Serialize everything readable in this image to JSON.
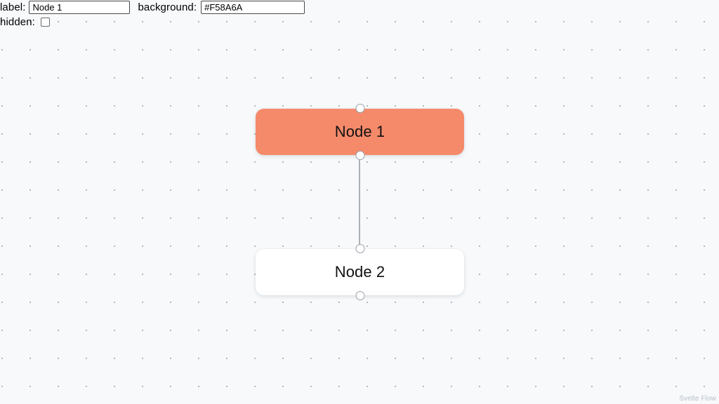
{
  "app": {
    "attribution": "Svelte Flow"
  },
  "controls": {
    "label_field": {
      "label": "label:",
      "value": "Node 1",
      "placeholder": ""
    },
    "background_field": {
      "label": "background:",
      "value": "#F58A6A",
      "placeholder": ""
    },
    "hidden_field": {
      "label": "hidden:",
      "checked": false
    }
  },
  "nodes": [
    {
      "id": "node-1",
      "label": "Node 1",
      "background": "#F58A6A",
      "text_color": "#111111",
      "handles": [
        "top",
        "bottom"
      ]
    },
    {
      "id": "node-2",
      "label": "Node 2",
      "background": "#FFFFFF",
      "text_color": "#111111",
      "handles": [
        "top",
        "bottom"
      ]
    }
  ],
  "edges": [
    {
      "id": "edge-node1-node2",
      "source": "node-1",
      "target": "node-2",
      "color": "#9aa0a8"
    }
  ],
  "canvas": {
    "background_color": "#F7F9FB",
    "dot_color": "#B1B8C2",
    "dot_spacing": 40
  }
}
